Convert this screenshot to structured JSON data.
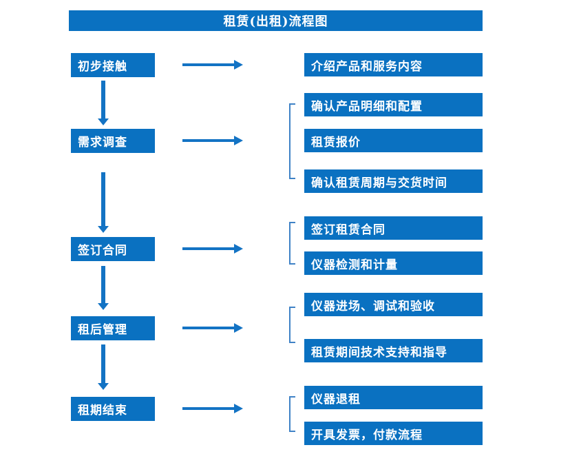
{
  "title": "租赁(出租)流程图",
  "colors": {
    "box": "#0a71c1",
    "arrow": "#1373c4",
    "bracket": "#3f82c6",
    "text": "#ffffff"
  },
  "steps": [
    {
      "label": "初步接触",
      "outputs": [
        "介绍产品和服务内容"
      ]
    },
    {
      "label": "需求调查",
      "outputs": [
        "确认产品明细和配置",
        "租赁报价",
        "确认租赁周期与交货时间"
      ]
    },
    {
      "label": "签订合同",
      "outputs": [
        "签订租赁合同",
        "仪器检测和计量"
      ]
    },
    {
      "label": "租后管理",
      "outputs": [
        "仪器进场、调试和验收",
        "租赁期间技术支持和指导"
      ]
    },
    {
      "label": "租期结束",
      "outputs": [
        "仪器退租",
        "开具发票，付款流程"
      ]
    }
  ]
}
